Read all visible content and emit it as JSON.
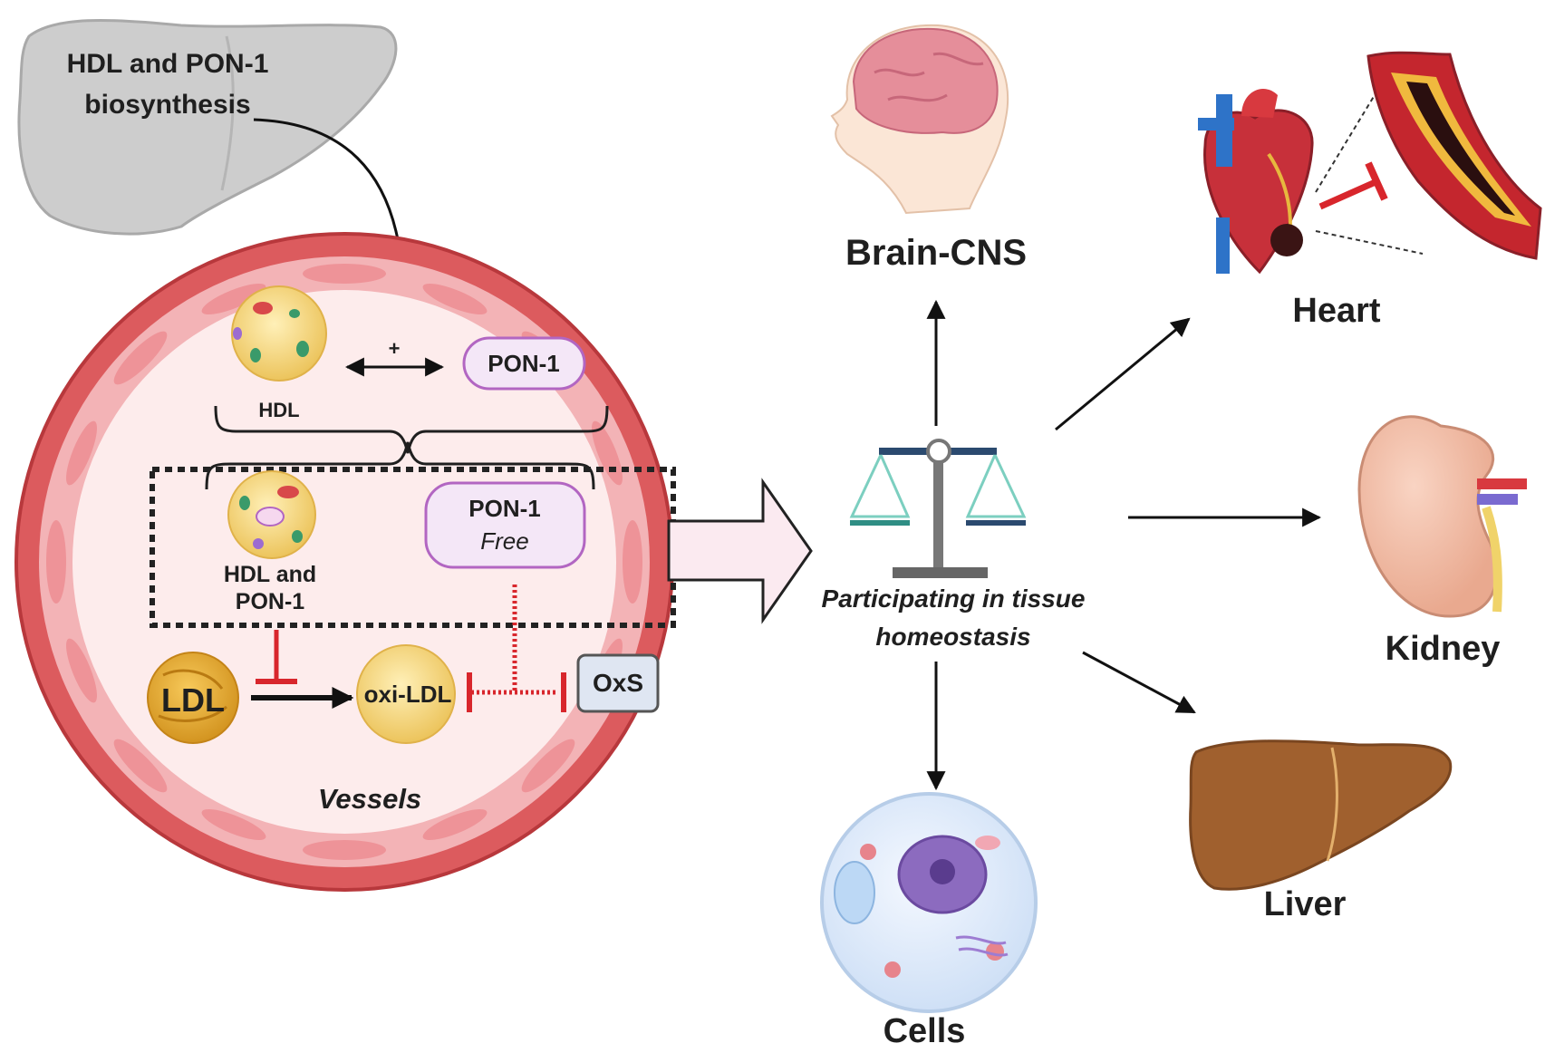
{
  "liver_source": {
    "label_line1": "HDL and PON-1",
    "label_line2": "biosynthesis"
  },
  "vessel": {
    "hdl_label": "HDL",
    "plus_sign": "+",
    "pon1_label": "PON-1",
    "hdl_pon1_label_line1": "HDL and",
    "hdl_pon1_label_line2": "PON-1",
    "pon1_free_label_line1": "PON-1",
    "pon1_free_label_line2": "Free",
    "ldl_label": "LDL",
    "oxildl_label": "oxi-LDL",
    "oxs_label": "OxS",
    "vessels_label": "Vessels"
  },
  "homeostasis": {
    "label_line1": "Participating in tissue",
    "label_line2": "homeostasis"
  },
  "organs": {
    "brain": "Brain-CNS",
    "heart": "Heart",
    "kidney": "Kidney",
    "liver": "Liver",
    "cells": "Cells"
  },
  "colors": {
    "vessel_outer": "#dc5b5e",
    "vessel_inner": "#f3b3b6",
    "lumen": "#fdecec",
    "inhibit_red": "#d8262c",
    "pon1_purple": "#b266c2",
    "liver_gray": "#cfcfcf",
    "liver_brown": "#a0602e"
  }
}
